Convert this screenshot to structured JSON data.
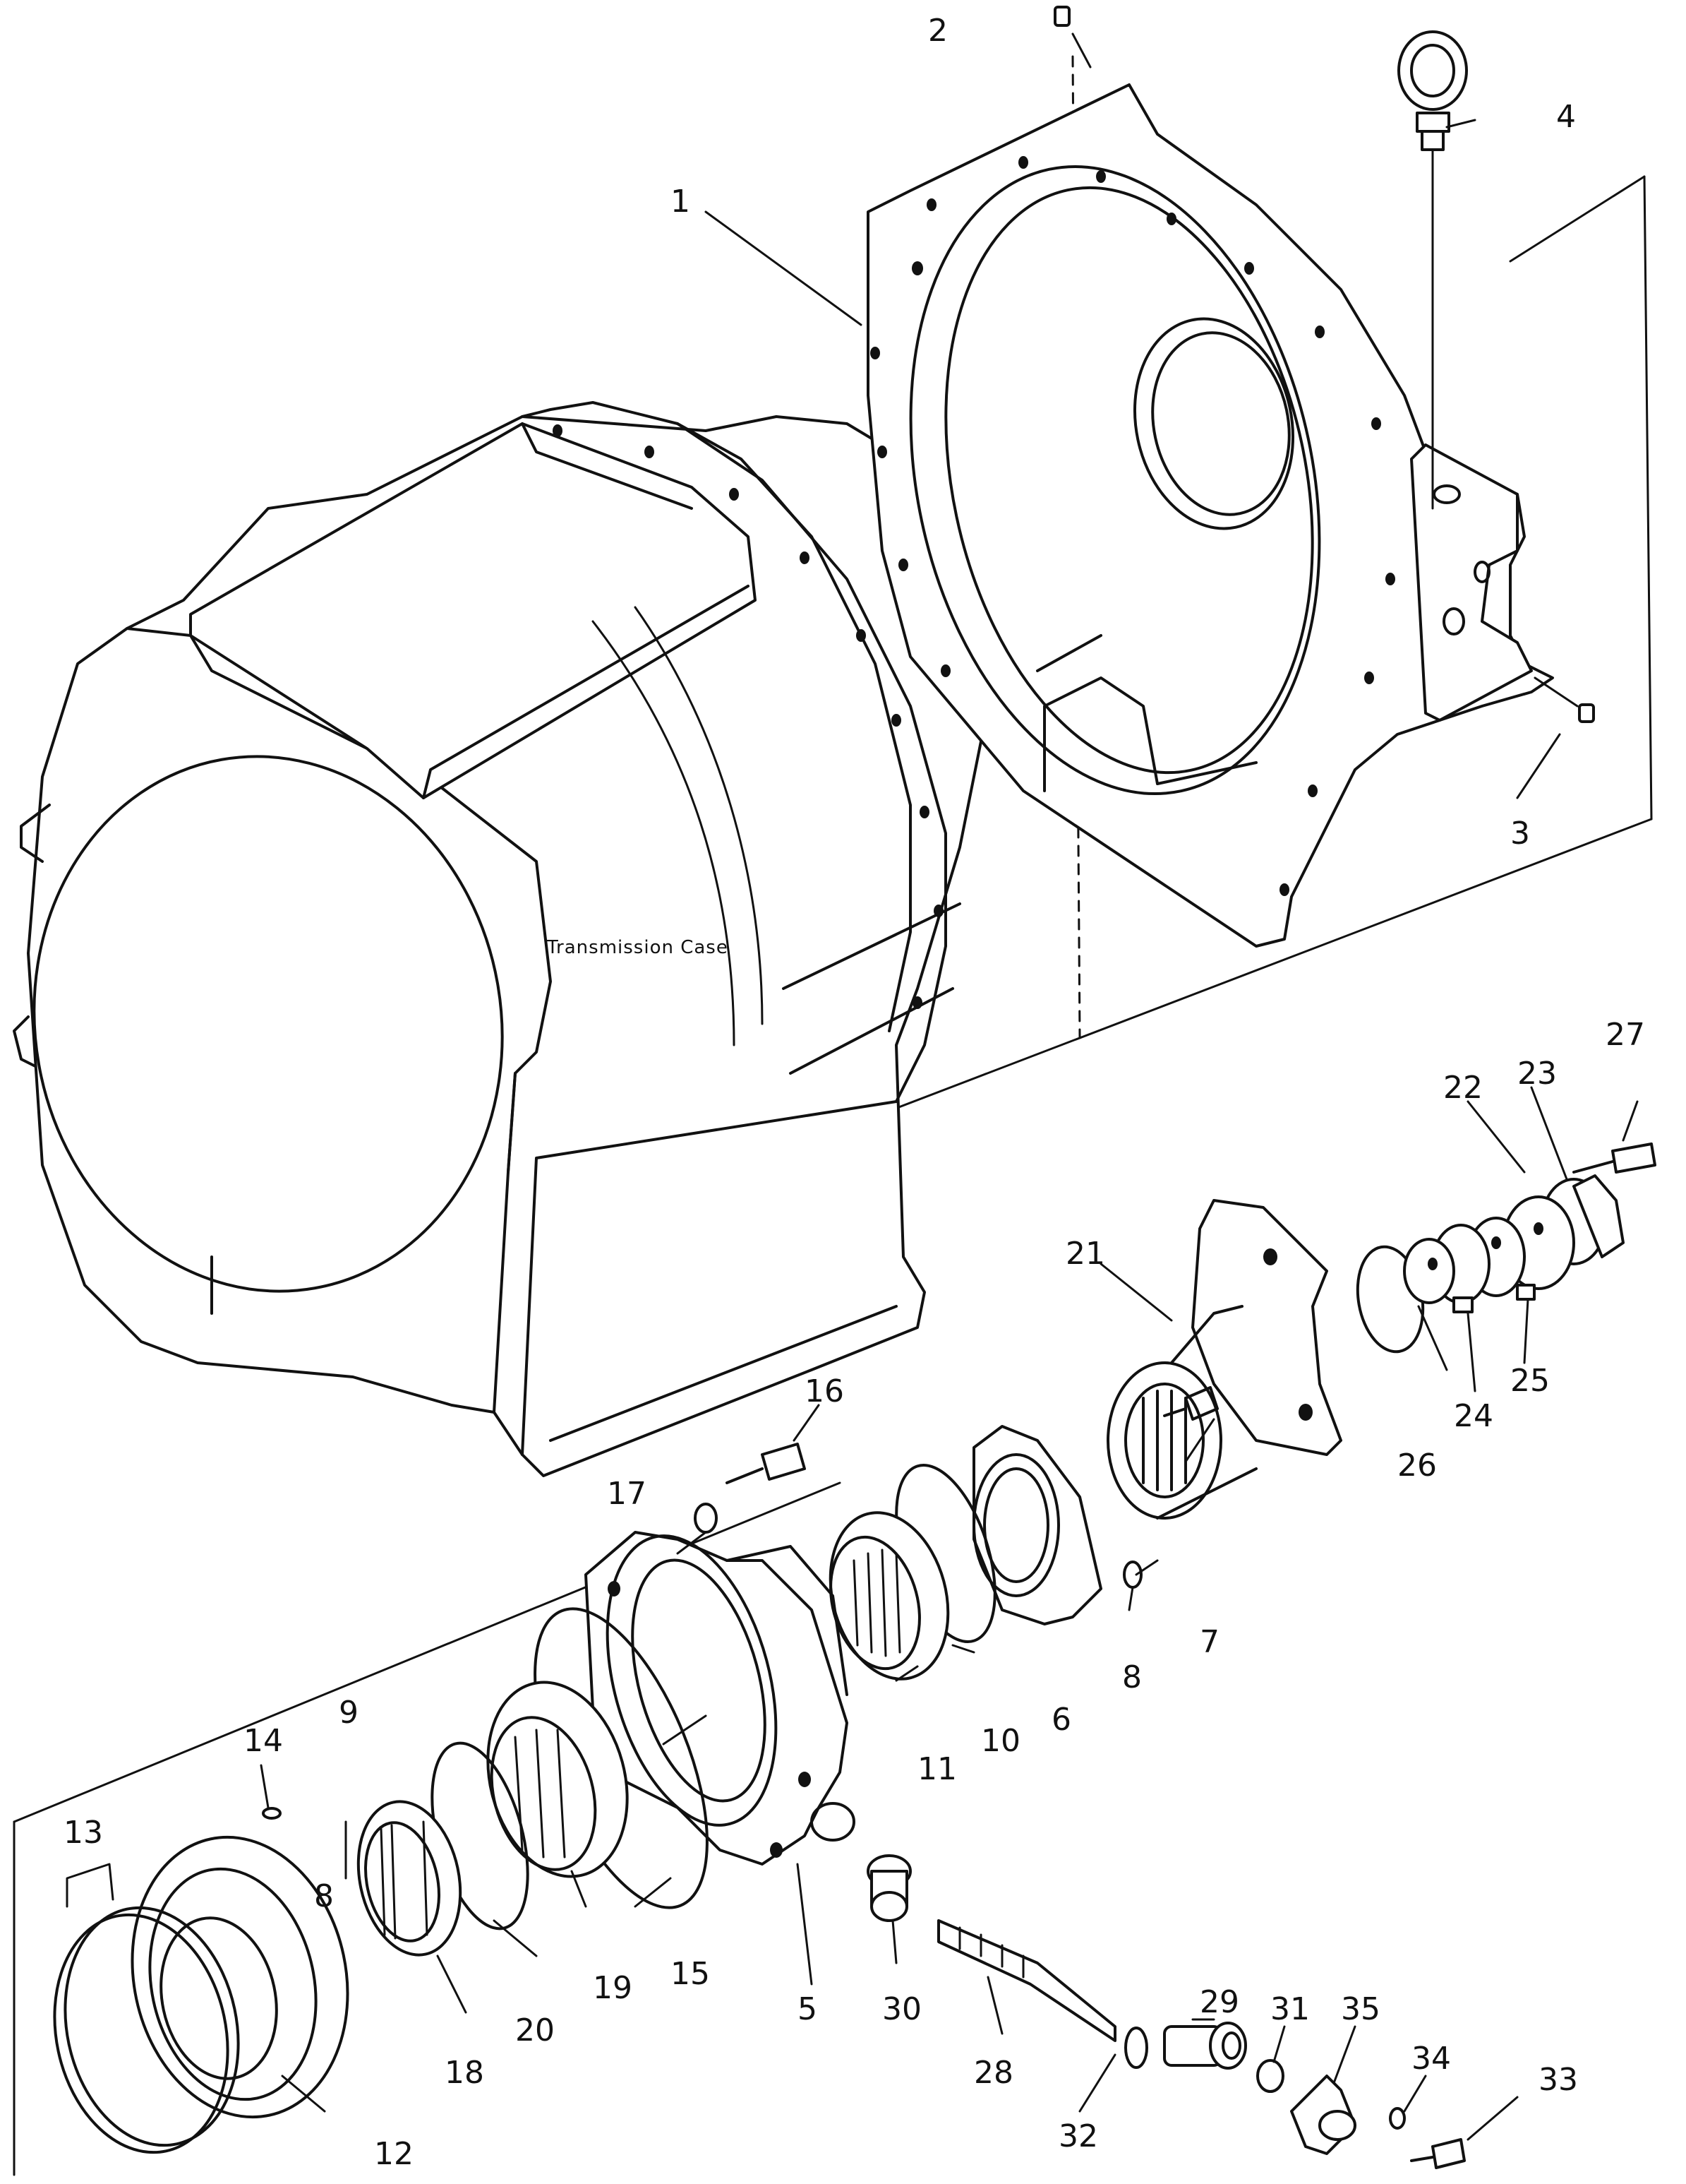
{
  "diagram": {
    "case_label": "Transmission Case",
    "parts": {
      "p1": "1",
      "p2": "2",
      "p3": "3",
      "p4": "4",
      "p5": "5",
      "p6": "6",
      "p7": "7",
      "p8": "8",
      "p8b": "8",
      "p9": "9",
      "p10": "10",
      "p11": "11",
      "p12": "12",
      "p13": "13",
      "p14": "14",
      "p15": "15",
      "p16": "16",
      "p17": "17",
      "p18": "18",
      "p19": "19",
      "p20": "20",
      "p21": "21",
      "p22": "22",
      "p23": "23",
      "p24": "24",
      "p25": "25",
      "p26": "26",
      "p27": "27",
      "p28": "28",
      "p29": "29",
      "p30": "30",
      "p31": "31",
      "p32": "32",
      "p33": "33",
      "p34": "34",
      "p35": "35"
    }
  }
}
